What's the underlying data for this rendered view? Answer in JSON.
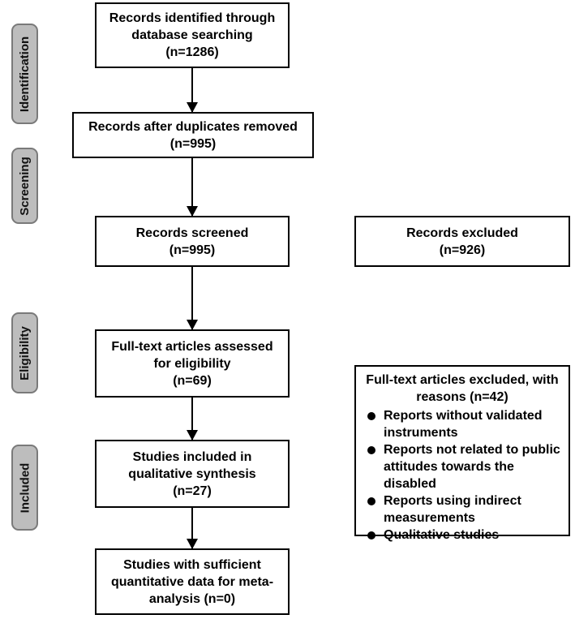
{
  "stages": {
    "identification": "Identification",
    "screening": "Screening",
    "eligibility": "Eligibility",
    "included": "Included"
  },
  "boxes": {
    "identified": {
      "line1": "Records identified through",
      "line2": "database searching",
      "count": "(n=1286)"
    },
    "after_duplicates": {
      "line1": "Records after duplicates removed",
      "count": "(n=995)"
    },
    "screened": {
      "line1": "Records screened",
      "count": "(n=995)"
    },
    "excluded": {
      "line1": "Records excluded",
      "count": "(n=926)"
    },
    "fulltext": {
      "line1": "Full-text articles assessed",
      "line2": "for eligibility",
      "count": "(n=69)"
    },
    "qualitative": {
      "line1": "Studies included in",
      "line2": "qualitative synthesis",
      "count": "(n=27)"
    },
    "quantitative": {
      "line1": "Studies with sufficient",
      "line2": "quantitative data for meta-",
      "line3": "analysis (n=0)"
    }
  },
  "fulltext_excluded": {
    "header_line1": "Full-text articles excluded, with",
    "header_line2": "reasons (n=42)",
    "reasons": [
      "Reports without validated instruments",
      "Reports not related to public attitudes towards the disabled",
      "Reports using indirect measurements",
      "Qualitative studies"
    ]
  }
}
